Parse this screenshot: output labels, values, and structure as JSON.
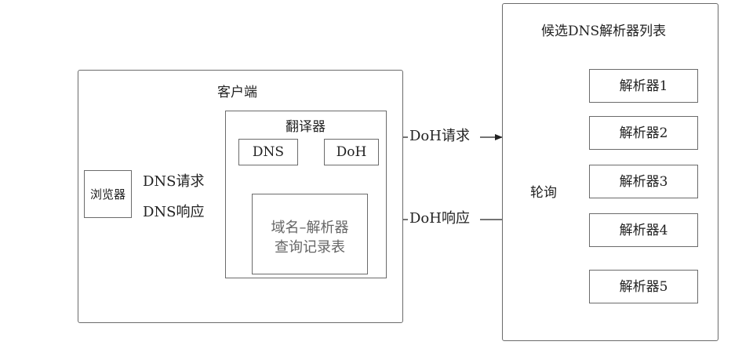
{
  "client": {
    "title": "客户端",
    "translator": {
      "title": "翻译器",
      "dns_label": "DNS",
      "doh_label": "DoH",
      "table_line1": "域名–解析器",
      "table_line2": "查询记录表"
    },
    "browser_label": "浏览器",
    "dns_request": "DNS请求",
    "dns_response": "DNS响应"
  },
  "doh_request": "DoH请求",
  "doh_response": "DoH响应",
  "resolver_list": {
    "title": "候选DNS解析器列表",
    "polling": "轮询",
    "resolvers": [
      "解析器1",
      "解析器2",
      "解析器3",
      "解析器4",
      "解析器5"
    ]
  }
}
